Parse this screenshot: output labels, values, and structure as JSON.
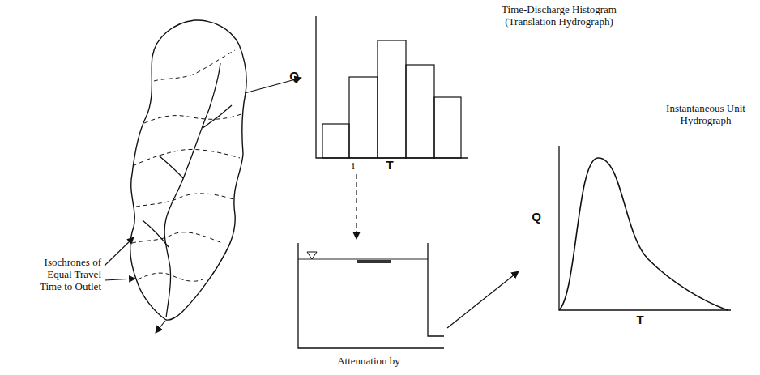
{
  "diagram": {
    "nodes": [
      {
        "text": [
          "Time-Discharge Histogram (Translation Hydrograph)",
          "Q",
          "i",
          "T"
        ]
      },
      {
        "text": [
          "Attenuation by"
        ]
      },
      {
        "text": [
          "Instantaneous Unit Hydrograph",
          "Q",
          "T"
        ]
      }
    ],
    "edges": [
      {
        "from": 0,
        "to": 1,
        "arrow": "to"
      },
      {
        "from": 1,
        "to": 2,
        "arrow": "to"
      }
    ],
    "labels": [
      "Isochrones of Equal Travel Time to Outlet"
    ]
  }
}
